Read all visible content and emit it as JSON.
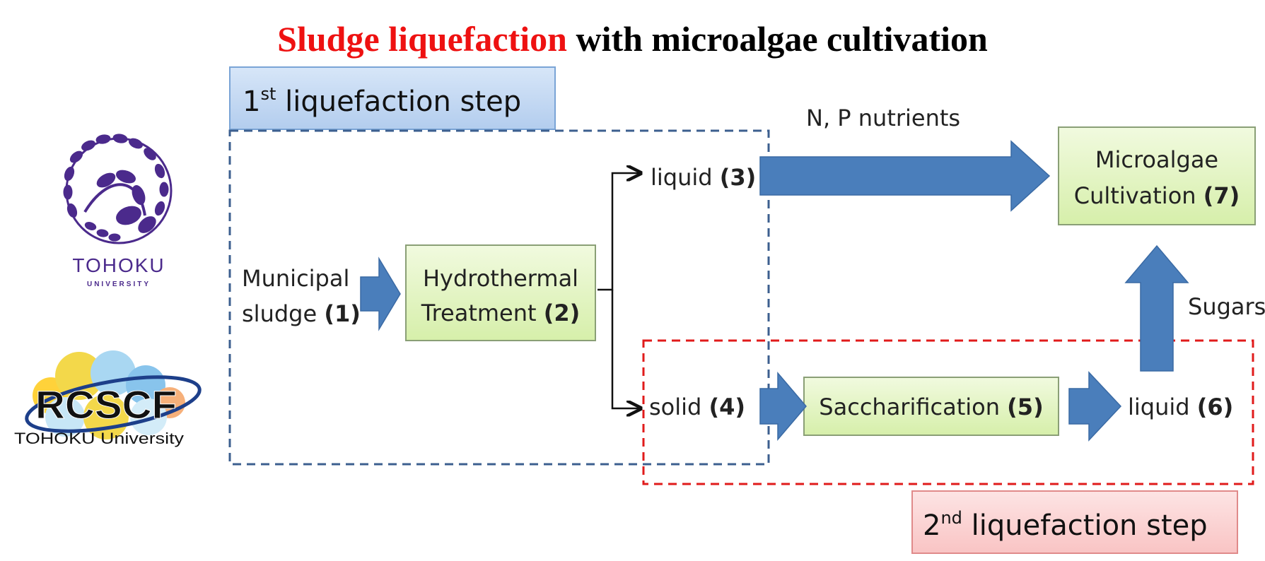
{
  "title": {
    "highlight": "Sludge liquefaction",
    "rest": "with microalgae cultivation"
  },
  "logos": {
    "tohoku": {
      "name": "TOHOKU",
      "sub": "UNIVERSITY",
      "color": "#4b2a8c"
    },
    "rcscf": {
      "name": "RCSCF",
      "sub": "TOHOKU University"
    }
  },
  "steps": {
    "first": {
      "num": "1",
      "sup": "st",
      "text": "liquefaction step"
    },
    "second": {
      "num": "2",
      "sup": "nd",
      "text": "liquefaction step"
    }
  },
  "nodes": {
    "sludge": {
      "line1": "Municipal",
      "line2": "sludge",
      "num": "(1)"
    },
    "hydro": {
      "line1": "Hydrothermal",
      "line2": "Treatment",
      "num": "(2)"
    },
    "liquid3": {
      "text": "liquid",
      "num": "(3)"
    },
    "solid4": {
      "text": "solid",
      "num": "(4)"
    },
    "sacch": {
      "text": "Saccharification",
      "num": "(5)"
    },
    "liquid6": {
      "text": "liquid",
      "num": "(6)"
    },
    "micro": {
      "line1": "Microalgae",
      "line2": "Cultivation",
      "num": "(7)"
    }
  },
  "flows": {
    "nutrients": "N, P nutrients",
    "sugars": "Sugars"
  },
  "colors": {
    "title_highlight": "#ee1111",
    "arrow_fill": "#4a7ebb",
    "node_fill": "#e4f5c6",
    "first_step_fill": "#c6dcf5",
    "second_step_fill": "#fbd3d3",
    "first_step_border": "#3c5f8f",
    "second_step_border": "#e01b1b"
  }
}
